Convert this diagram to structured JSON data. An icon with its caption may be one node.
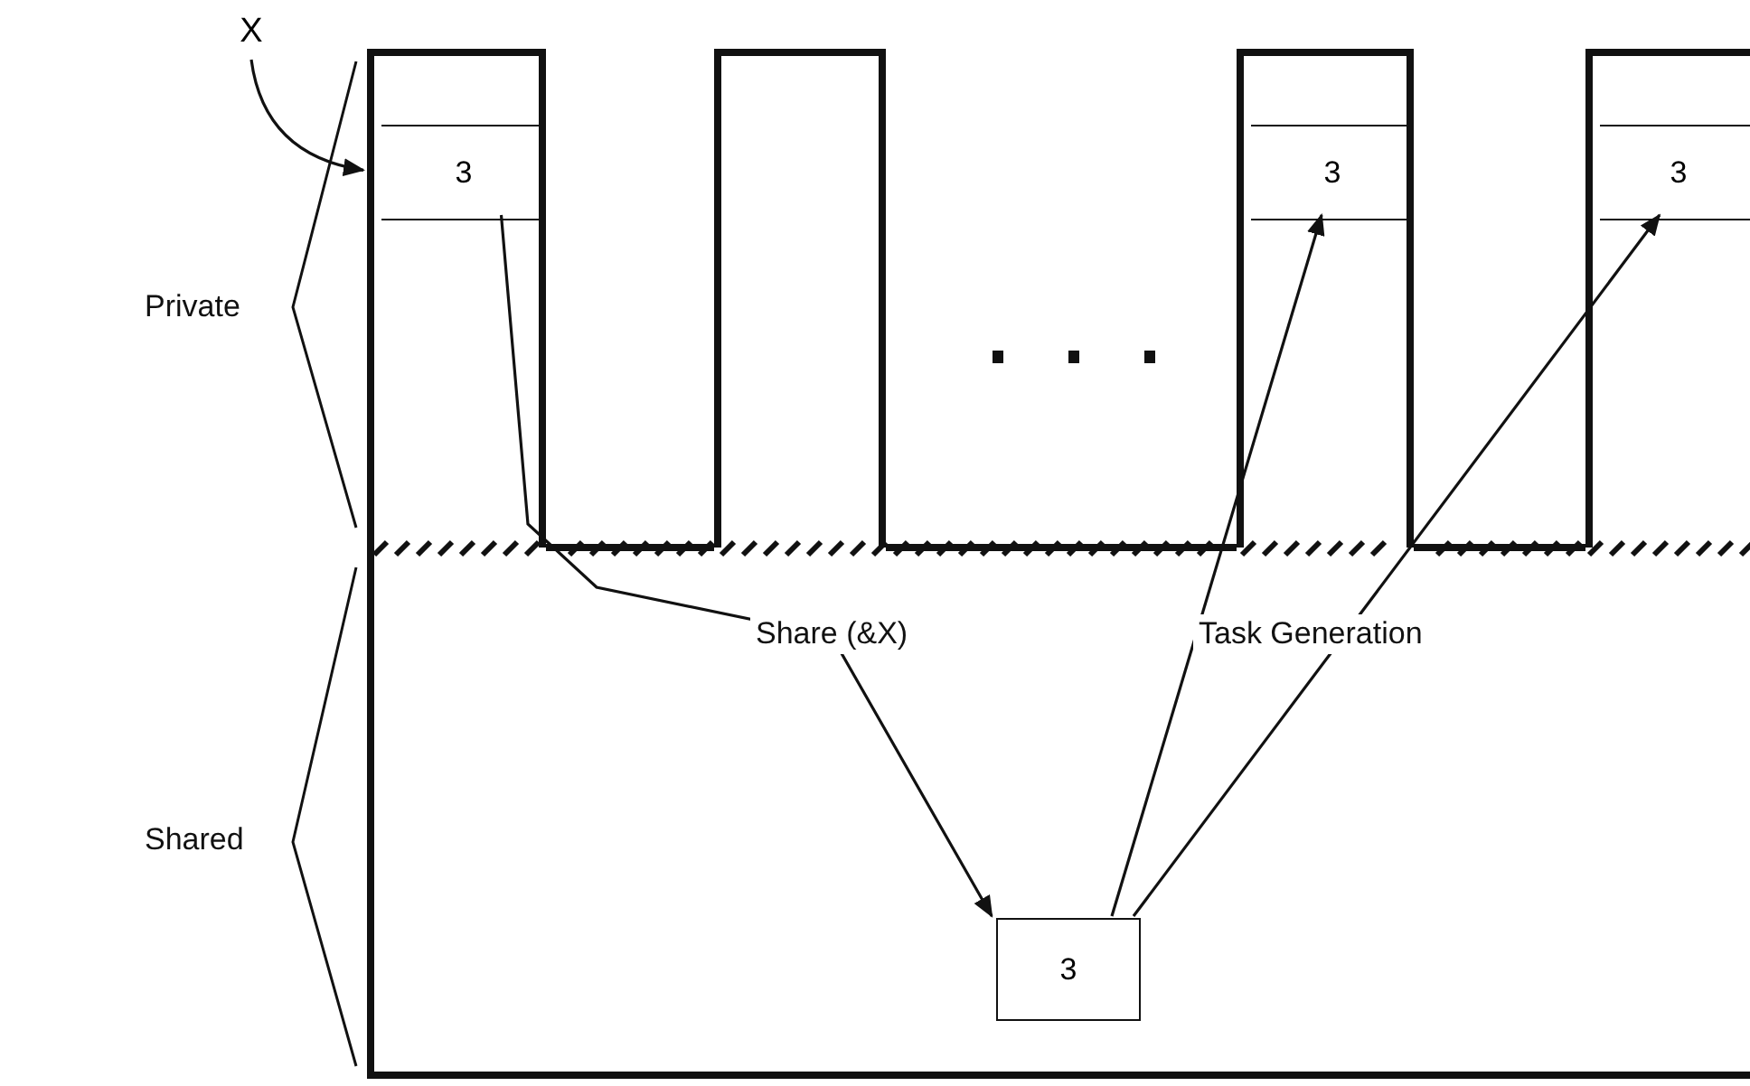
{
  "diagram": {
    "nodes": [
      {
        "text": [],
        "shape": "box"
      },
      {
        "text": [
          "3"
        ],
        "in": 0
      },
      {
        "text": [],
        "shape": "box"
      },
      {
        "text": [],
        "shape": "box"
      },
      {
        "text": [
          "3"
        ],
        "in": 3
      },
      {
        "text": [],
        "shape": "box"
      },
      {
        "text": [
          "3"
        ],
        "in": 5
      },
      {
        "text": [],
        "shape": "box"
      },
      {
        "text": [
          "3"
        ],
        "in": 7
      },
      {
        "text": [
          "X"
        ]
      }
    ],
    "edges": [
      {
        "from": 9,
        "to": 1,
        "arrow": "to"
      },
      {
        "from": 1,
        "to": 8,
        "arrow": "to",
        "label": "Share (&X)"
      },
      {
        "from": 8,
        "to": 4,
        "arrow": "to",
        "label": "Task Generation"
      },
      {
        "from": 8,
        "to": 6,
        "arrow": "to"
      }
    ],
    "labels": [
      "Private",
      "Shared"
    ]
  }
}
